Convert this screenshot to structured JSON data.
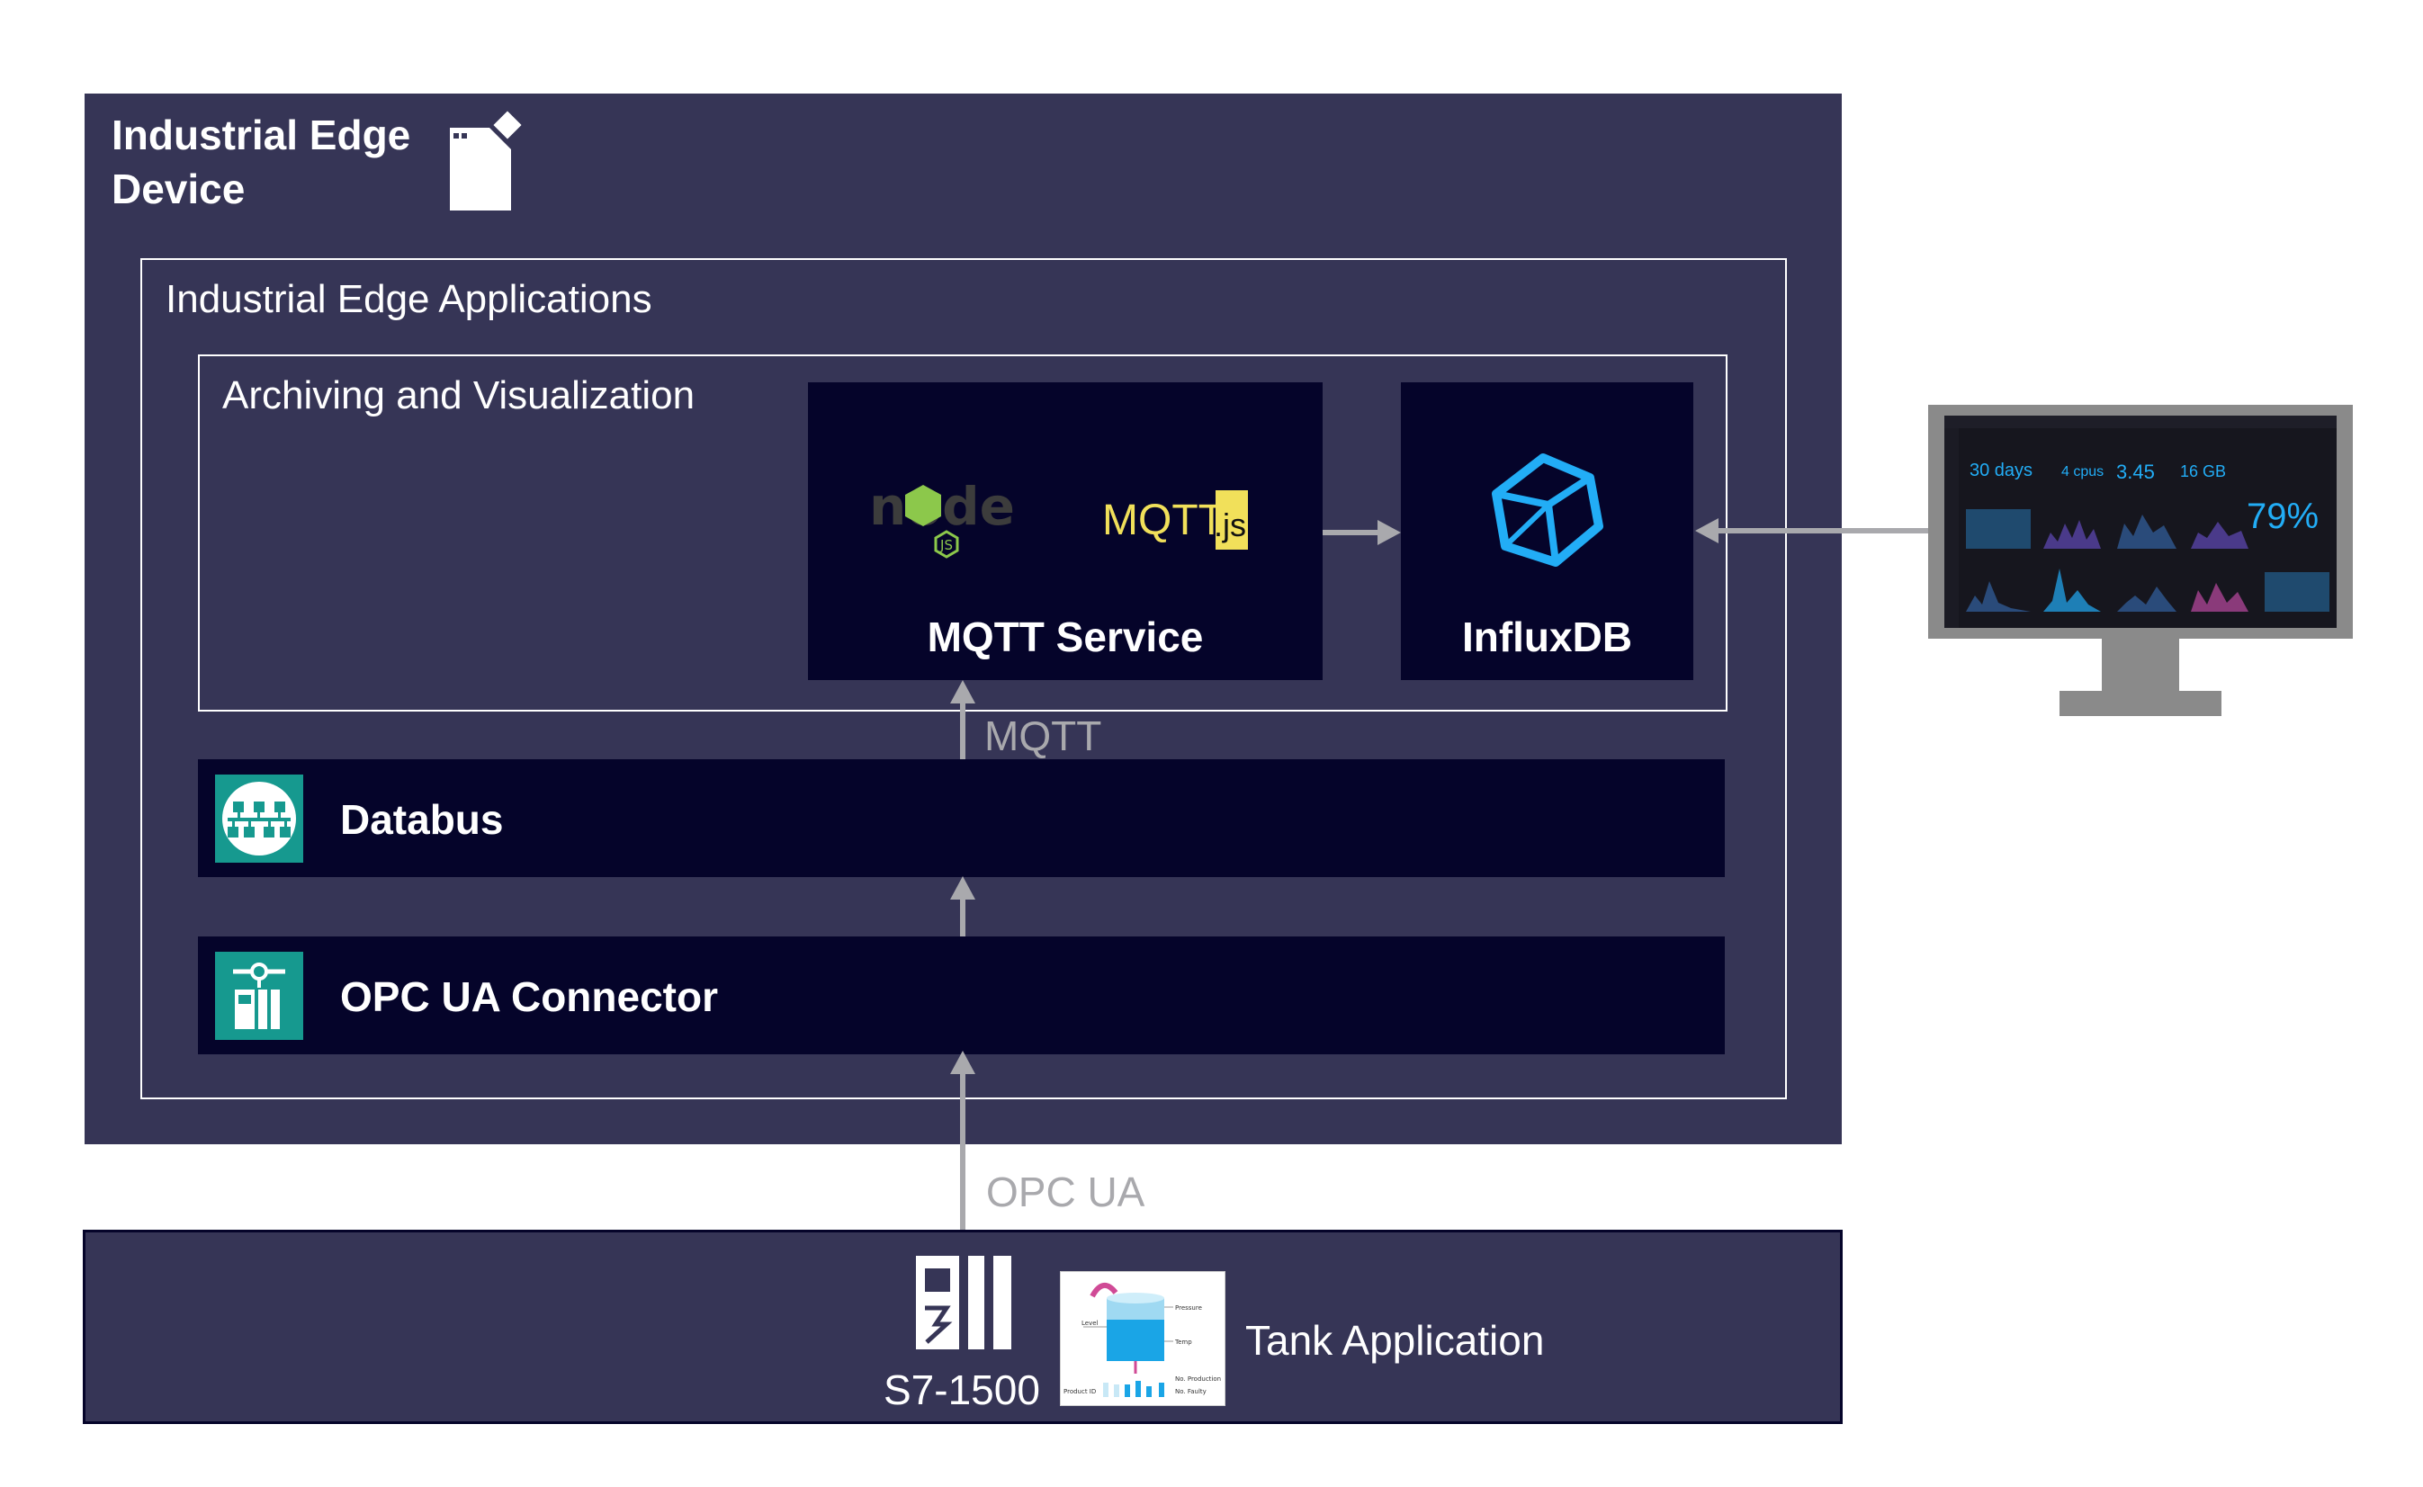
{
  "device": {
    "title_line1": "Industrial Edge",
    "title_line2": "Device",
    "icon": "edge-device-icon"
  },
  "applications": {
    "title": "Industrial Edge Applications"
  },
  "archiving": {
    "title": "Archiving and Visualization"
  },
  "mqtt_service": {
    "label": "MQTT Service",
    "logos": {
      "node_text": "node",
      "node_badge": "JS",
      "mqtt_text": "MQTT",
      "mqtt_suffix": ".js"
    }
  },
  "influxdb": {
    "label": "InfluxDB",
    "icon": "influxdb-cube-icon"
  },
  "databus": {
    "label": "Databus",
    "icon": "network-hub-icon"
  },
  "opc_connector": {
    "label": "OPC UA Connector",
    "icon": "connector-icon"
  },
  "protocols": {
    "mqtt": "MQTT",
    "opc_ua": "OPC UA"
  },
  "plc": {
    "label": "S7-1500",
    "icon": "plc-icon"
  },
  "tank": {
    "label": "Tank Application",
    "thumbnail": {
      "pressure": "Pressure",
      "level": "Level",
      "temp": "Temp",
      "no_production": "No. Production",
      "no_faulty": "No. Faulty",
      "product_id": "Product ID"
    }
  },
  "dashboard": {
    "stats": [
      "30 days",
      "4 cpus",
      "3.45",
      "16 GB"
    ],
    "gauge": "79%"
  },
  "colors": {
    "device_bg": "#363556",
    "dark_box": "#05042a",
    "teal": "#16998f",
    "arrow": "#a9a9ad",
    "influx_blue": "#22adf6",
    "node_green": "#8cc84b",
    "mqtt_yellow": "#f1e05a"
  }
}
